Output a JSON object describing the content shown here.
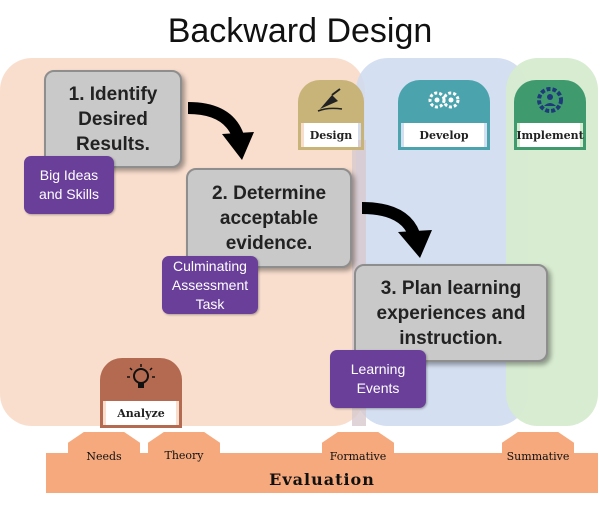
{
  "title": "Backward Design",
  "steps": [
    {
      "text": "1. Identify\nDesired\nResults."
    },
    {
      "text": "2. Determine\nacceptable\nevidence."
    },
    {
      "text": "3. Plan learning\nexperiences and\ninstruction."
    }
  ],
  "tags": [
    {
      "text": "Big Ideas\nand Skills"
    },
    {
      "text": "Culminating\nAssessment\nTask"
    },
    {
      "text": "Learning\nEvents"
    }
  ],
  "phases": {
    "design": {
      "label": "Design",
      "icon": "pen-nib-icon",
      "color": "#c8b478"
    },
    "develop": {
      "label": "Develop",
      "icon": "gears-icon",
      "color": "#4aa3ad"
    },
    "implement": {
      "label": "Implement",
      "icon": "team-gear-icon",
      "color": "#3f9a6e"
    },
    "analyze": {
      "label": "Analyze",
      "icon": "lightbulb-icon",
      "color": "#b36a50"
    }
  },
  "evaluation": {
    "label": "Evaluation",
    "points": [
      "Needs",
      "Theory",
      "Formative",
      "Summative"
    ]
  },
  "colors": {
    "design_zone": "#f9dccb",
    "develop_zone": "#cfdcef",
    "implement_zone": "#d6ebcf",
    "step_box": "#c9c9c9",
    "tag": "#6a3f9a",
    "evaluation": "#f5a97c"
  }
}
